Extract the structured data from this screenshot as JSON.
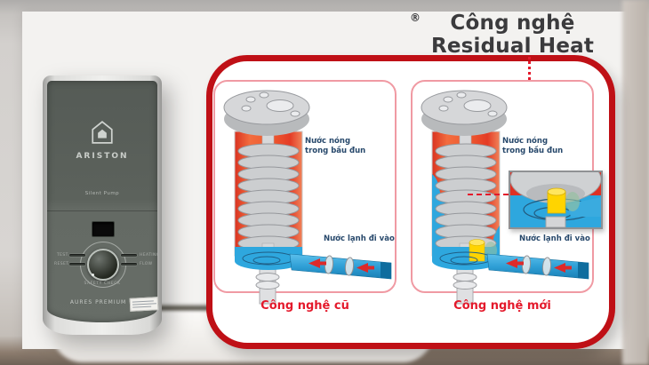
{
  "title": {
    "text": "Công nghệ Residual Heat",
    "reg": "®"
  },
  "heater": {
    "brand": "ARISTON",
    "tagline": "Silent Pump",
    "model": "AURES PREMIUM +",
    "controls": {
      "test": "TEST",
      "reset": "RESET",
      "heating": "HEATING",
      "flow": "FLOW",
      "safety": "SAFETY CHECK"
    }
  },
  "diagram": {
    "hot_label_line1": "Nước nóng",
    "hot_label_line2": "trong bầu đun",
    "cold_label": "Nước lạnh đi vào",
    "old_caption": "Công nghệ cũ",
    "new_caption": "Công nghệ mới"
  },
  "icons": {
    "brand_logo": "house-outline",
    "flow_arrows": "red-left-arrows"
  },
  "colors": {
    "frame_red": "#bf1016",
    "caption_red": "#e4192b",
    "label_navy": "#27486b",
    "hot_orange": "#ef5a2f",
    "cold_blue": "#2ea7de",
    "sensor_yellow": "#ffd400",
    "title_gray": "#3b3b3d"
  }
}
